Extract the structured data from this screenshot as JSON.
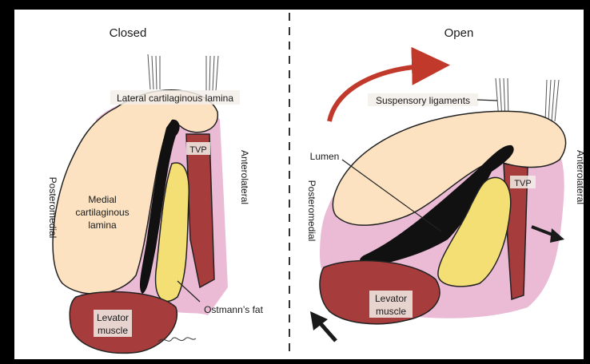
{
  "panels": {
    "closed": {
      "heading": "Closed",
      "labels": {
        "lateral_lamina": "Lateral cartilaginous lamina",
        "medial_lamina": [
          "Medial",
          "cartilaginous",
          "lamina"
        ],
        "tvp": "TVP",
        "anterolateral": "Anterolateral",
        "posteromedial": "Posteromedial",
        "ostmann": "Ostmann’s fat",
        "levator": [
          "Levator",
          "muscle"
        ]
      }
    },
    "open": {
      "heading": "Open",
      "labels": {
        "suspensory": "Suspensory ligaments",
        "lumen": "Lumen",
        "tvp": "TVP",
        "anterolateral": "Anterolateral",
        "posteromedial": "Posteromedial",
        "levator": [
          "Levator",
          "muscle"
        ]
      }
    }
  },
  "colors": {
    "background": "#ffffff",
    "frame": "#000000",
    "cartilage": "#fce2c0",
    "mucosa": "#ebbbd6",
    "muscle": "#a63c3c",
    "fat": "#f3df74",
    "lumen": "#111111",
    "arrow_red": "#c0392b",
    "arrow_black": "#1a1a1a"
  },
  "icons": {
    "rotation_arrow": "curved-red-arrow",
    "motion_arrows": "black-arrows"
  }
}
